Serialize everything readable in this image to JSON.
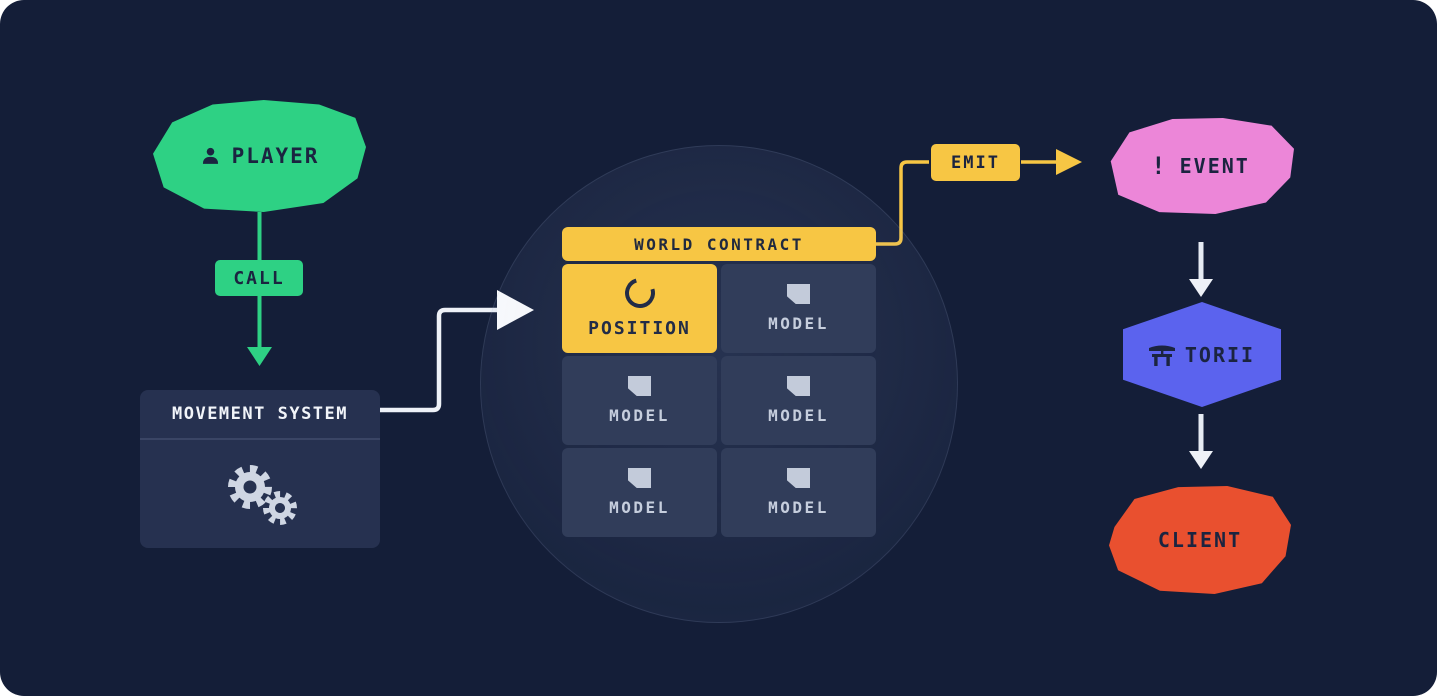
{
  "diagram_title": "world-contract-flow-diagram",
  "colors": {
    "background": "#141e38",
    "green": "#2ed184",
    "yellow": "#f7c644",
    "pink": "#ec86d8",
    "blue": "#5b63ee",
    "orange": "#e9502f",
    "slate_box": "#263150",
    "model_cell": "#313d5a",
    "dark_text": "#1b2440",
    "light_text": "#f2f5fa",
    "model_text": "#c6cedd",
    "arrow_light": "#e6ebf3"
  },
  "nodes": {
    "player": {
      "label": "PLAYER",
      "icon": "person-icon"
    },
    "call_badge": {
      "label": "CALL"
    },
    "movement_system": {
      "label": "MOVEMENT SYSTEM",
      "icon": "gears-icon"
    },
    "world_contract": {
      "label": "WORLD CONTRACT"
    },
    "position_cell": {
      "label": "POSITION",
      "icon": "spinner-icon"
    },
    "model_cells": [
      {
        "label": "MODEL"
      },
      {
        "label": "MODEL"
      },
      {
        "label": "MODEL"
      },
      {
        "label": "MODEL"
      },
      {
        "label": "MODEL"
      }
    ],
    "emit_badge": {
      "label": "EMIT"
    },
    "event": {
      "label": "EVENT",
      "icon_text": "!"
    },
    "torii": {
      "label": "TORII",
      "icon": "torii-gate-icon"
    },
    "client": {
      "label": "CLIENT"
    }
  },
  "edges": [
    {
      "from": "player",
      "to": "movement_system",
      "via": "call_badge",
      "color": "green"
    },
    {
      "from": "movement_system",
      "to": "world_contract",
      "color": "white"
    },
    {
      "from": "world_contract",
      "to": "event",
      "via": "emit_badge",
      "color": "yellow"
    },
    {
      "from": "event",
      "to": "torii",
      "color": "white"
    },
    {
      "from": "torii",
      "to": "client",
      "color": "white"
    }
  ]
}
